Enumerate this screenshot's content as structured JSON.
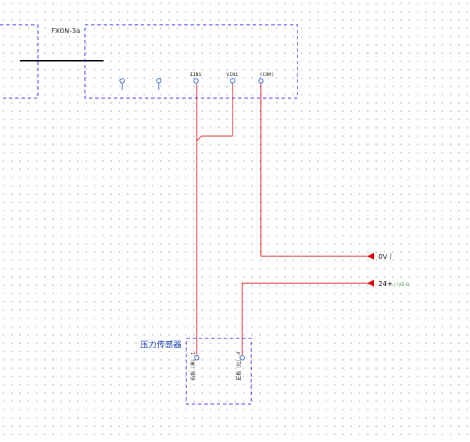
{
  "module_label": "FX0N-3a",
  "terminals": [
    {
      "id": "t1",
      "label": ""
    },
    {
      "id": "t2",
      "label": ""
    },
    {
      "id": "iin1",
      "label": "IIN1"
    },
    {
      "id": "vin1",
      "label": "VIN1"
    },
    {
      "id": "com",
      "label": "(COM)"
    }
  ],
  "rails": [
    {
      "id": "0v",
      "label": "0V",
      "ref": ""
    },
    {
      "id": "24p",
      "label": "24+",
      "ref": "/ I/O-8"
    }
  ],
  "sensor": {
    "title": "压力传感器",
    "pins": [
      {
        "label": "负极（黑）:1"
      },
      {
        "label": "正极（红）:2"
      }
    ]
  },
  "colors": {
    "wire": "#e00000",
    "box": "#1a1aff",
    "terminal": "#1f55c8",
    "dot": "#7a7a7a",
    "text": "#1a1a1a",
    "sensor_title": "#1f3fae",
    "ref": "#4a9a4a"
  }
}
